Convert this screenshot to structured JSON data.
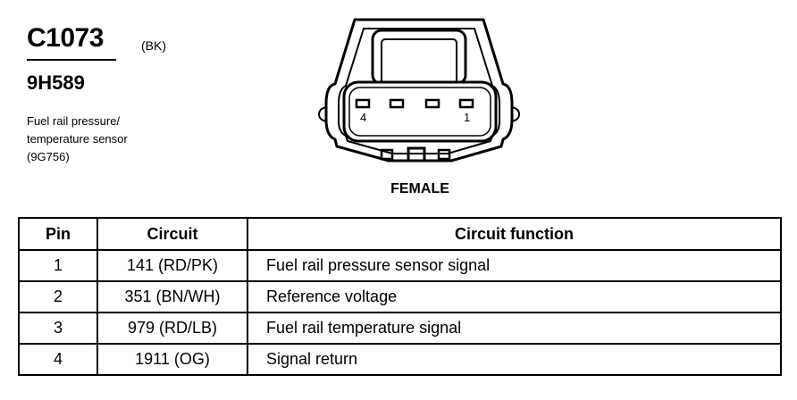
{
  "connector": {
    "id": "C1073",
    "color": "(BK)",
    "part_number": "9H589",
    "description_lines": [
      "Fuel rail pressure/",
      "temperature sensor",
      "(9G756)"
    ],
    "gender": "FEMALE",
    "pin_left_label": "4",
    "pin_right_label": "1"
  },
  "table": {
    "headers": [
      "Pin",
      "Circuit",
      "Circuit function"
    ],
    "rows": [
      {
        "pin": "1",
        "circuit": "141 (RD/PK)",
        "function": "Fuel rail pressure sensor signal"
      },
      {
        "pin": "2",
        "circuit": "351 (BN/WH)",
        "function": "Reference voltage"
      },
      {
        "pin": "3",
        "circuit": "979 (RD/LB)",
        "function": "Fuel rail temperature signal"
      },
      {
        "pin": "4",
        "circuit": "1911 (OG)",
        "function": "Signal return"
      }
    ]
  }
}
